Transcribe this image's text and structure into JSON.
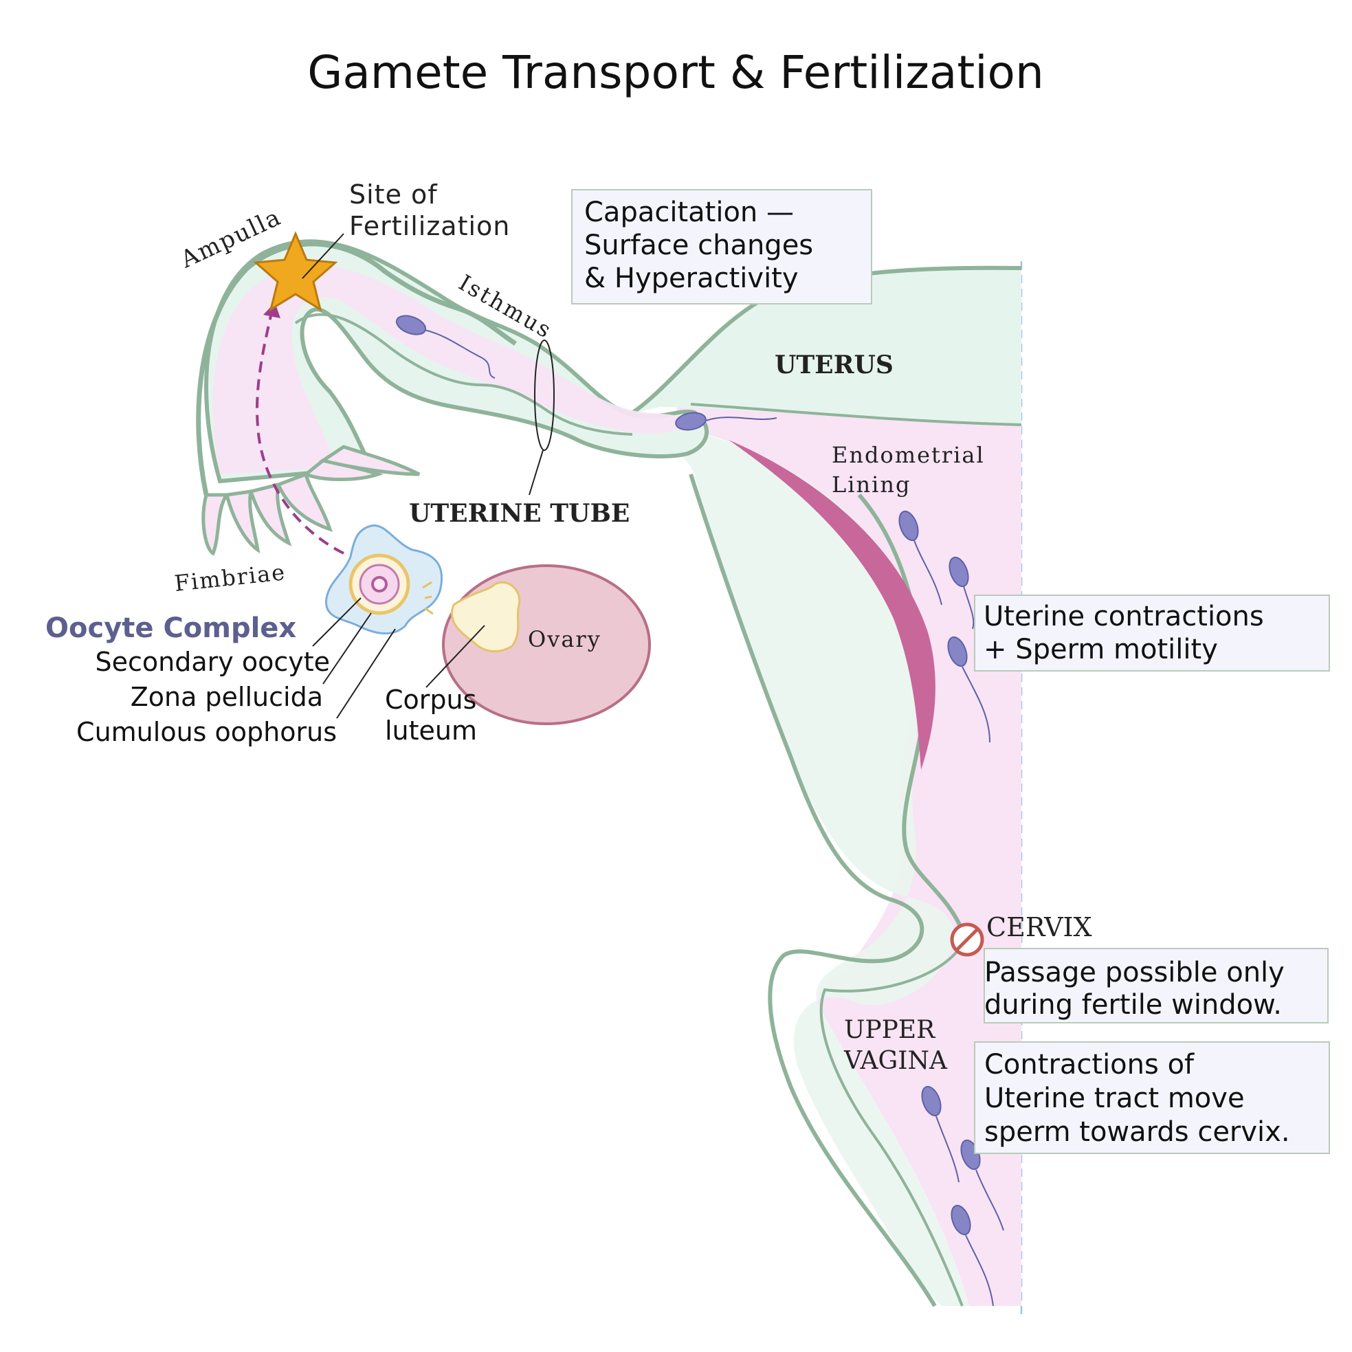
{
  "title": "Gamete Transport & Fertilization",
  "structures": {
    "ampulla": "Ampulla",
    "site_line1": "Site of",
    "site_line2": "Fertilization",
    "isthmus": "Isthmus",
    "uterus": "UTERUS",
    "uterine_tube": "UTERINE TUBE",
    "endometrial_line1": "Endometrial",
    "endometrial_line2": "Lining",
    "fimbriae": "Fimbriae",
    "ovary": "Ovary",
    "cervix": "CERVIX",
    "vagina_line1": "UPPER",
    "vagina_line2": "VAGINA"
  },
  "oocyte_complex": {
    "heading": "Oocyte Complex",
    "parts": [
      "Secondary oocyte",
      "Zona pellucida",
      "Cumulous oophorus"
    ]
  },
  "corpus_luteum": {
    "line1": "Corpus",
    "line2": "luteum"
  },
  "callouts": {
    "capacitation": [
      "Capacitation —",
      "Surface changes",
      "& Hyperactivity"
    ],
    "contractions": [
      "Uterine contractions",
      "+ Sperm motility"
    ],
    "cervix_passage": [
      "Passage possible only",
      "during fertile window."
    ],
    "vagina": [
      "Contractions of",
      "Uterine tract move",
      "sperm towards cervix."
    ]
  },
  "colors": {
    "tract_fill": "#e6f4ee",
    "tract_stroke": "#8fb39a",
    "lining_fill": "#f8e4f4",
    "endometrium_stripe": "#c8679a",
    "ovary_fill": "#ecc8d2",
    "ovary_stroke": "#b86f86",
    "oocyte_accent": "#5d5f8f",
    "arrow": "#9c3d8d",
    "star": "#f0a81e",
    "no_entry": "#c55a52",
    "callout_fill": "#f4f4fd",
    "callout_stroke": "#b9cbb9",
    "sperm": "#8686c6"
  },
  "icons": [
    "star-icon",
    "no-entry-icon",
    "sperm-icon"
  ]
}
